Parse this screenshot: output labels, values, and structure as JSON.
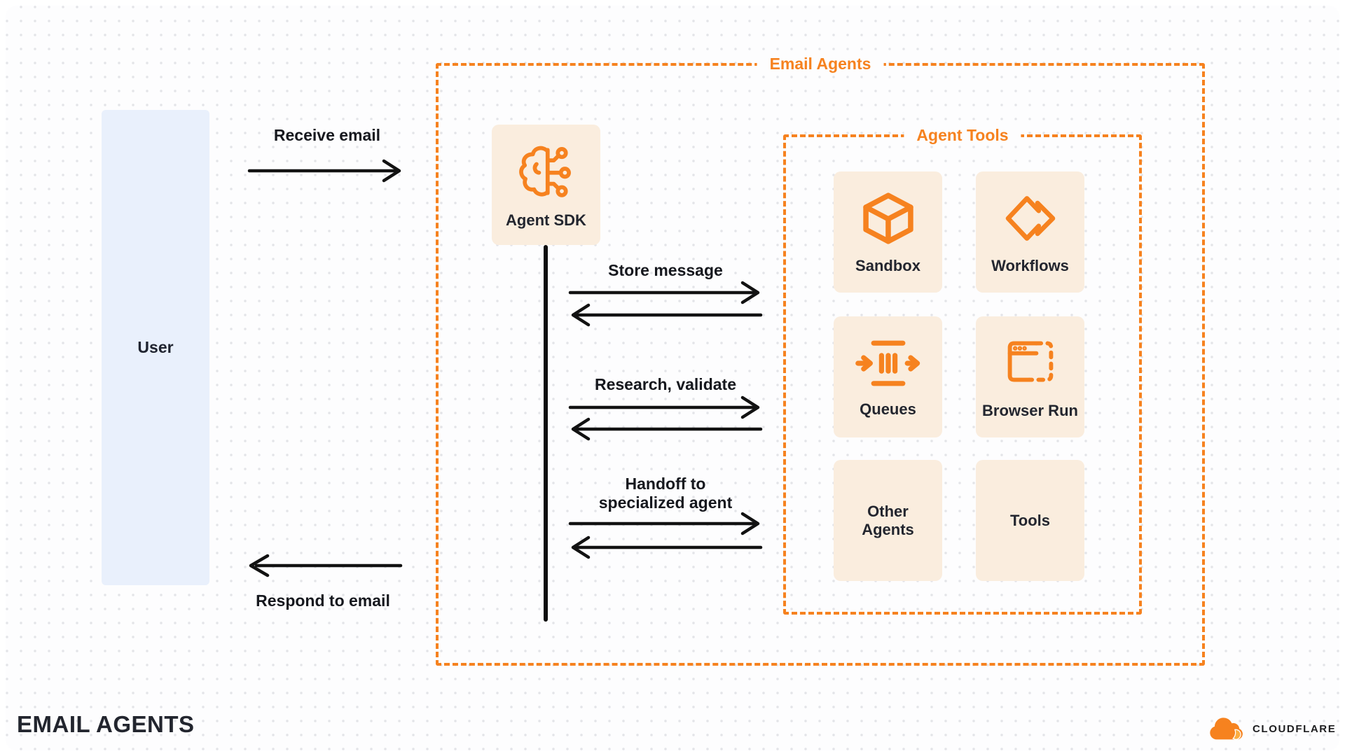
{
  "colors": {
    "accent_orange": "#F6821F",
    "accent_orange_light": "#FBAD41",
    "tile_background": "#FAEDDE",
    "user_box_background": "#E9F0FC",
    "ink": "#23262F",
    "arrow_black": "#121212"
  },
  "user": {
    "label": "User"
  },
  "flows": {
    "receive": "Receive email",
    "respond": "Respond to email"
  },
  "groups": {
    "email_agents": {
      "title": "Email Agents"
    },
    "agent_tools": {
      "title": "Agent Tools"
    }
  },
  "agent_sdk": {
    "label": "Agent SDK",
    "icon": "brain-circuit-icon"
  },
  "sequence": [
    {
      "label": "Store message"
    },
    {
      "label": "Research, validate"
    },
    {
      "line1": "Handoff to",
      "line2": "specialized agent"
    }
  ],
  "tools": {
    "tiles": [
      {
        "label": "Sandbox",
        "icon": "cube-icon"
      },
      {
        "label": "Workflows",
        "icon": "workflows-icon"
      },
      {
        "label": "Queues",
        "icon": "queues-icon"
      },
      {
        "label": "Browser Run",
        "icon": "browser-window-icon"
      },
      {
        "label": "Other Agents",
        "icon": null
      },
      {
        "label": "Tools",
        "icon": null
      }
    ]
  },
  "footer": {
    "title": "EMAIL AGENTS",
    "brand": "CLOUDFLARE"
  }
}
